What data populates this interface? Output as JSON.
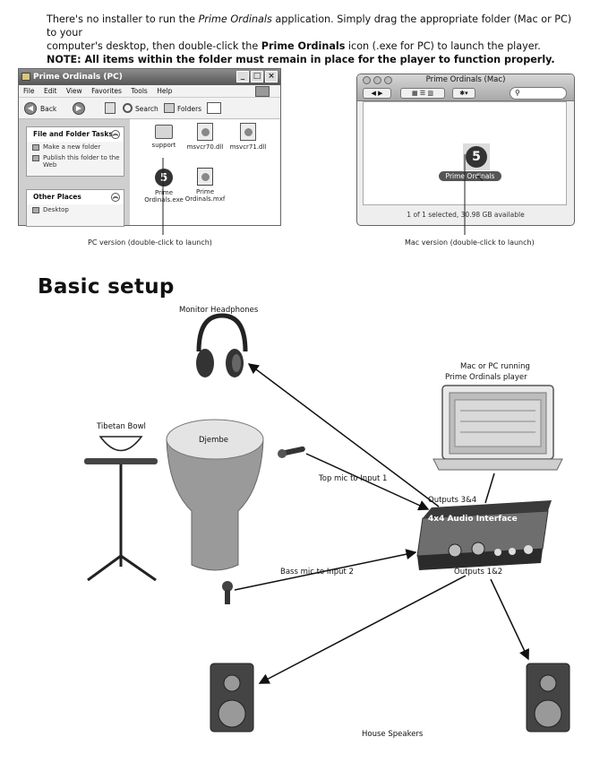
{
  "intro": {
    "line1_a": "There's no installer to run the ",
    "line1_b": "Prime Ordinals",
    "line1_c": " application. Simply drag the appropriate folder (Mac or PC) to your",
    "line2_a": "computer's desktop, then double-click the ",
    "line2_b": "Prime Ordinals",
    "line2_c": " icon (.exe for PC) to launch the player.",
    "note": "NOTE: All items within the folder must remain in place for the player to function properly."
  },
  "pc_window": {
    "title": "Prime Ordinals (PC)",
    "menu": [
      "File",
      "Edit",
      "View",
      "Favorites",
      "Tools",
      "Help"
    ],
    "toolbar": {
      "back": "Back",
      "search": "Search",
      "folders": "Folders"
    },
    "tasks_panel": {
      "title": "File and Folder Tasks",
      "items": [
        "Make a new folder",
        "Publish this folder to the Web"
      ]
    },
    "places_panel": {
      "title": "Other Places",
      "items": [
        "Desktop"
      ]
    },
    "files": [
      {
        "name": "support",
        "kind": "folder"
      },
      {
        "name": "msvcr70.dll",
        "kind": "dll"
      },
      {
        "name": "msvcr71.dll",
        "kind": "dll"
      },
      {
        "name": "Prime Ordinals.exe",
        "kind": "app",
        "badge": "5"
      },
      {
        "name": "Prime Ordinals.mxf",
        "kind": "doc"
      }
    ],
    "caption": "PC version  (double-click to launch)"
  },
  "mac_window": {
    "title": "Prime Ordinals (Mac)",
    "icon_badge": "5",
    "icon_label": "Prime Ordinals",
    "status": "1 of 1 selected, 30.98 GB available",
    "caption": "Mac version  (double-click to launch)"
  },
  "setup": {
    "heading": "Basic setup",
    "labels": {
      "headphones": "Monitor Headphones",
      "computer_1": "Mac or PC running",
      "computer_2": "Prime Ordinals player",
      "bowl": "Tibetan Bowl",
      "djembe": "Djembe",
      "top_mic": "Top mic to Input 1",
      "outputs_34": "Outputs 3&4",
      "interface": "4x4 Audio Interface",
      "bass_mic": "Bass mic to Input 2",
      "outputs_12": "Outputs 1&2",
      "speakers": "House Speakers"
    }
  }
}
